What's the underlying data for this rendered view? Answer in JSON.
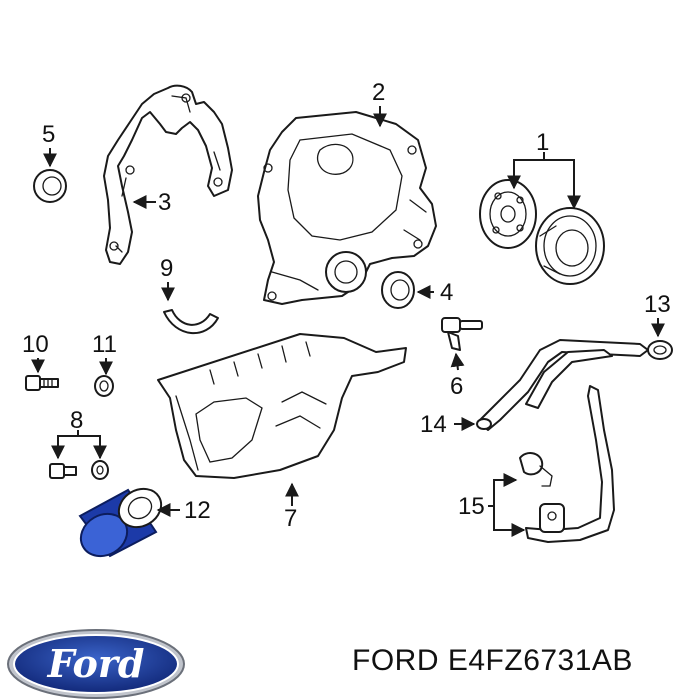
{
  "callouts": {
    "c1": "1",
    "c2": "2",
    "c3": "3",
    "c4": "4",
    "c5": "5",
    "c6": "6",
    "c7": "7",
    "c8": "8",
    "c9": "9",
    "c10": "10",
    "c11": "11",
    "c12": "12",
    "c13": "13",
    "c14": "14",
    "c15": "15"
  },
  "logo": {
    "text": "Ford"
  },
  "caption": {
    "brand": "FORD",
    "part_number": "E4FZ6731AB"
  },
  "colors": {
    "filter_blue": "#1c3aa8",
    "logo_blue": "#1f3f99"
  }
}
